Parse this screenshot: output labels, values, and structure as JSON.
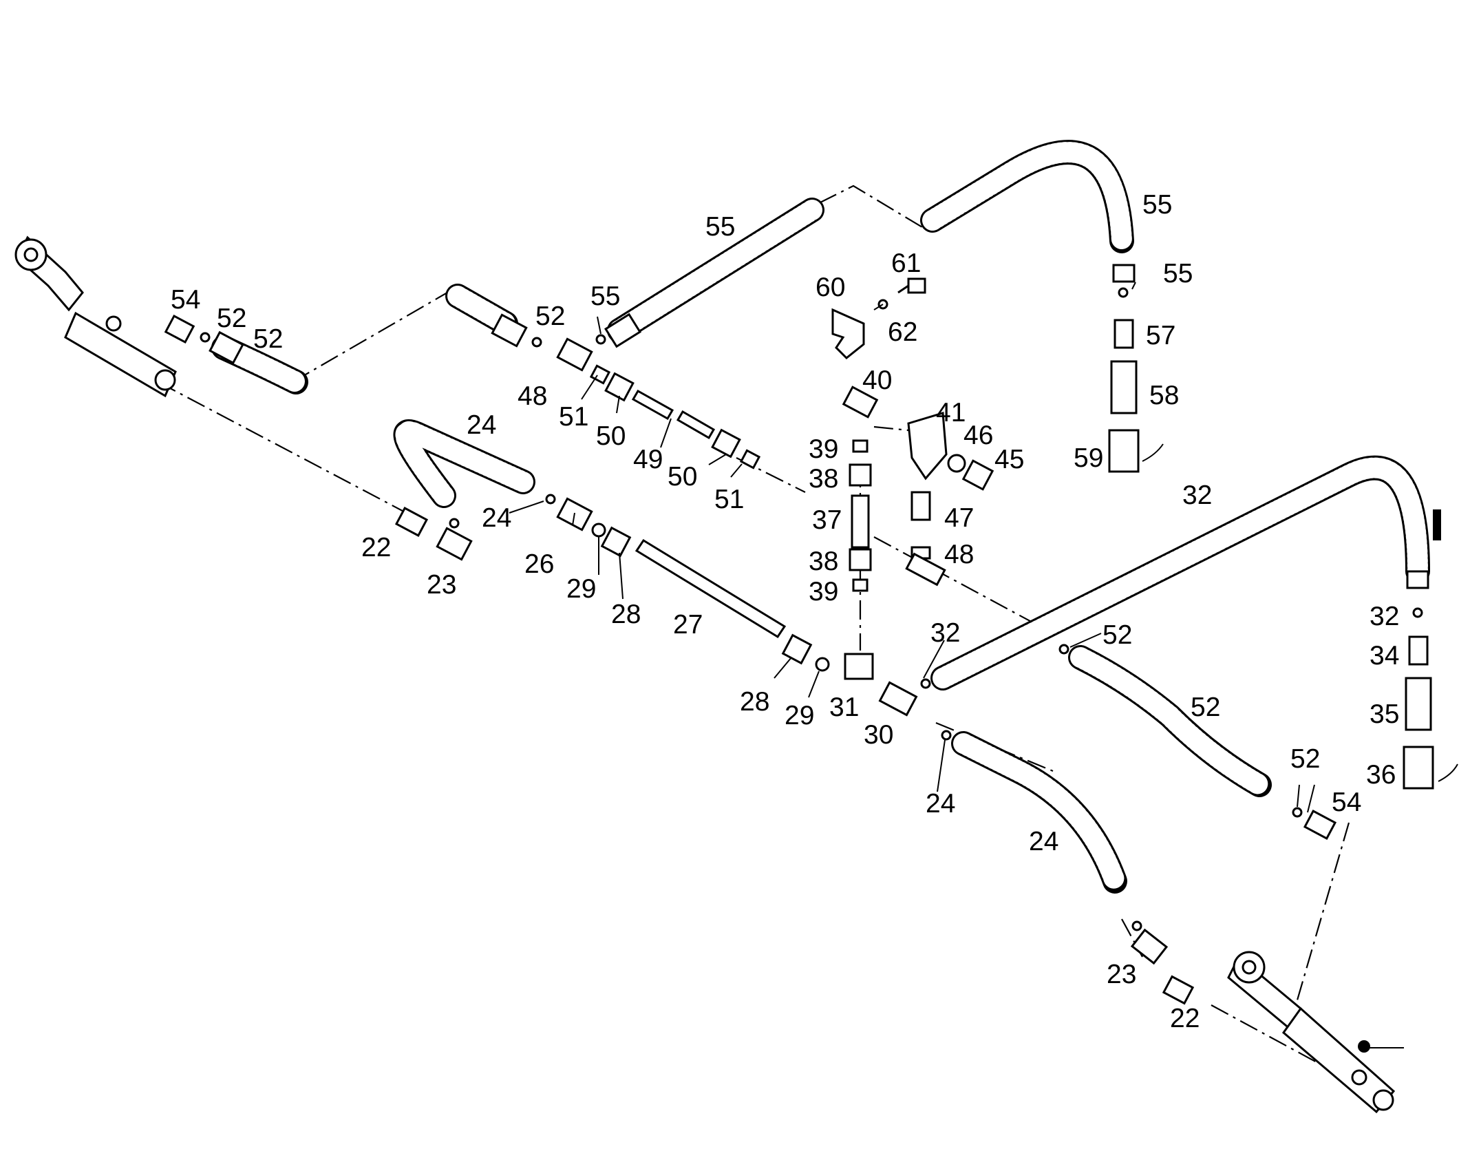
{
  "figure": {
    "callouts": [
      {
        "id": "c54a",
        "text": "54"
      },
      {
        "id": "c52a",
        "text": "52"
      },
      {
        "id": "c52b",
        "text": "52"
      },
      {
        "id": "c55a",
        "text": "55"
      },
      {
        "id": "c52c",
        "text": "52"
      },
      {
        "id": "c55b",
        "text": "55"
      },
      {
        "id": "c48a",
        "text": "48"
      },
      {
        "id": "c51a",
        "text": "51"
      },
      {
        "id": "c50a",
        "text": "50"
      },
      {
        "id": "c49",
        "text": "49"
      },
      {
        "id": "c50b",
        "text": "50"
      },
      {
        "id": "c51b",
        "text": "51"
      },
      {
        "id": "c60",
        "text": "60"
      },
      {
        "id": "c61",
        "text": "61"
      },
      {
        "id": "c62",
        "text": "62"
      },
      {
        "id": "c40",
        "text": "40"
      },
      {
        "id": "c41",
        "text": "41"
      },
      {
        "id": "c46",
        "text": "46"
      },
      {
        "id": "c45",
        "text": "45"
      },
      {
        "id": "c39a",
        "text": "39"
      },
      {
        "id": "c38a",
        "text": "38"
      },
      {
        "id": "c37",
        "text": "37"
      },
      {
        "id": "c38b",
        "text": "38"
      },
      {
        "id": "c39b",
        "text": "39"
      },
      {
        "id": "c47",
        "text": "47"
      },
      {
        "id": "c48b",
        "text": "48"
      },
      {
        "id": "c55c",
        "text": "55"
      },
      {
        "id": "c55d",
        "text": "55"
      },
      {
        "id": "c57",
        "text": "57"
      },
      {
        "id": "c58",
        "text": "58"
      },
      {
        "id": "c59",
        "text": "59"
      },
      {
        "id": "c24a",
        "text": "24"
      },
      {
        "id": "c24b",
        "text": "24"
      },
      {
        "id": "c22a",
        "text": "22"
      },
      {
        "id": "c23a",
        "text": "23"
      },
      {
        "id": "c26",
        "text": "26"
      },
      {
        "id": "c29a",
        "text": "29"
      },
      {
        "id": "c28a",
        "text": "28"
      },
      {
        "id": "c27",
        "text": "27"
      },
      {
        "id": "c32a",
        "text": "32"
      },
      {
        "id": "c32b",
        "text": "32"
      },
      {
        "id": "c52d",
        "text": "52"
      },
      {
        "id": "c28b",
        "text": "28"
      },
      {
        "id": "c29b",
        "text": "29"
      },
      {
        "id": "c31",
        "text": "31"
      },
      {
        "id": "c30",
        "text": "30"
      },
      {
        "id": "c52e",
        "text": "52"
      },
      {
        "id": "c24c",
        "text": "24"
      },
      {
        "id": "c24d",
        "text": "24"
      },
      {
        "id": "c32c",
        "text": "32"
      },
      {
        "id": "c34",
        "text": "34"
      },
      {
        "id": "c35",
        "text": "35"
      },
      {
        "id": "c36",
        "text": "36"
      },
      {
        "id": "c52f",
        "text": "52"
      },
      {
        "id": "c54b",
        "text": "54"
      },
      {
        "id": "c23b",
        "text": "23"
      },
      {
        "id": "c22b",
        "text": "22"
      }
    ]
  }
}
